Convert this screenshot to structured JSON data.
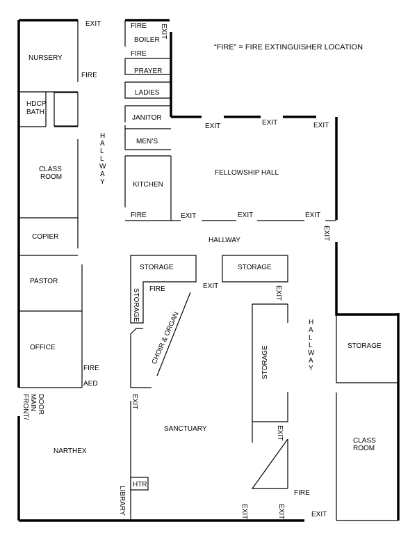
{
  "legend": "“FIRE” = FIRE EXTINGUISHER LOCATION",
  "rooms": {
    "nursery": "NURSERY",
    "hdcp_bath_1": "HDCP",
    "hdcp_bath_2": "BATH",
    "classroom_west_1": "CLASS",
    "classroom_west_2": "ROOM",
    "copier": "COPIER",
    "pastor": "PASTOR",
    "office": "OFFICE",
    "narthex": "NARTHEX",
    "boiler": "BOILER",
    "prayer": "PRAYER",
    "ladies": "LADIES",
    "janitor": "JANITOR",
    "mens": "MEN’S",
    "kitchen": "KITCHEN",
    "fellowship_hall": "FELLOWSHIP HALL",
    "hallway_center": "HALLWAY",
    "storage_a": "STORAGE",
    "storage_b": "STORAGE",
    "storage_c": "STORAGE",
    "storage_tall": "STORAGE",
    "storage_east": "STORAGE",
    "choir_organ": "CHOIR & ORGAN",
    "sanctuary": "SANCTUARY",
    "htr": "HTR",
    "library": "LIBRARY",
    "classroom_east_1": "CLASS",
    "classroom_east_2": "ROOM",
    "front_door_1": "FRONT/",
    "front_door_2": "MAIN",
    "front_door_3": "DOOR"
  },
  "hallway_vertical": [
    "H",
    "A",
    "L",
    "L",
    "W",
    "A",
    "Y"
  ],
  "labels": {
    "exit": "EXIT",
    "fire": "FIRE",
    "aed": "AED"
  }
}
